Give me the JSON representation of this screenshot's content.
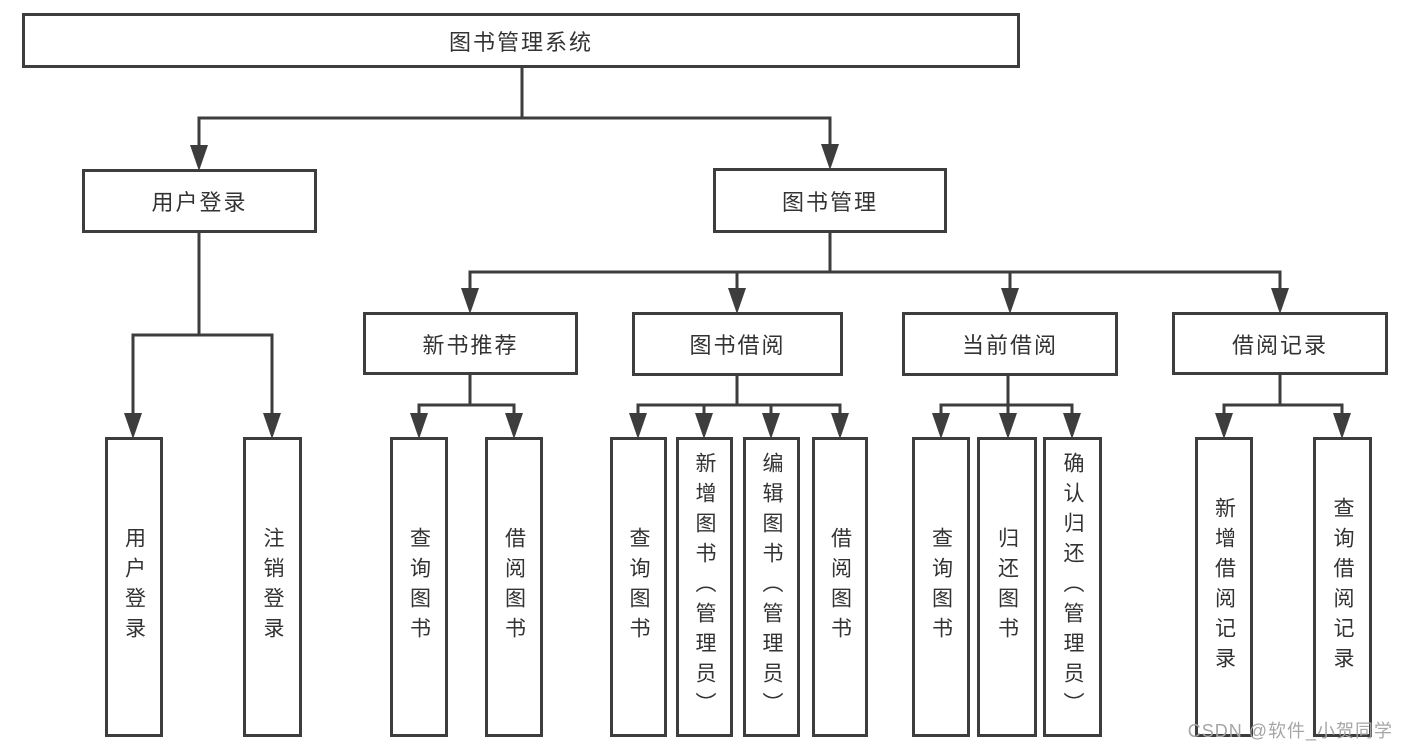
{
  "nodes": {
    "root": "图书管理系统",
    "user_login": {
      "label": "用户登录",
      "children": [
        "用户登录",
        "注销登录"
      ]
    },
    "book_mgmt": {
      "label": "图书管理",
      "children": {
        "new_book": {
          "label": "新书推荐",
          "items": [
            "查询图书",
            "借阅图书"
          ]
        },
        "book_borrow": {
          "label": "图书借阅",
          "items": [
            "查询图书",
            "新增图书（管理员）",
            "编辑图书（管理员）",
            "借阅图书"
          ]
        },
        "current_borrow": {
          "label": "当前借阅",
          "items": [
            "查询图书",
            "归还图书",
            "确认归还（管理员）"
          ]
        },
        "borrow_record": {
          "label": "借阅记录",
          "items": [
            "新增借阅记录",
            "查询借阅记录"
          ]
        }
      }
    }
  },
  "watermark": {
    "text": "CSDN @软件_小贺同学"
  },
  "colors": {
    "line": "#3d3d3d",
    "box_border": "#3d3d3d",
    "box_fill": "#ffffff",
    "text": "#333333",
    "watermark": "#a6a6a6",
    "background": "#ffffff"
  }
}
